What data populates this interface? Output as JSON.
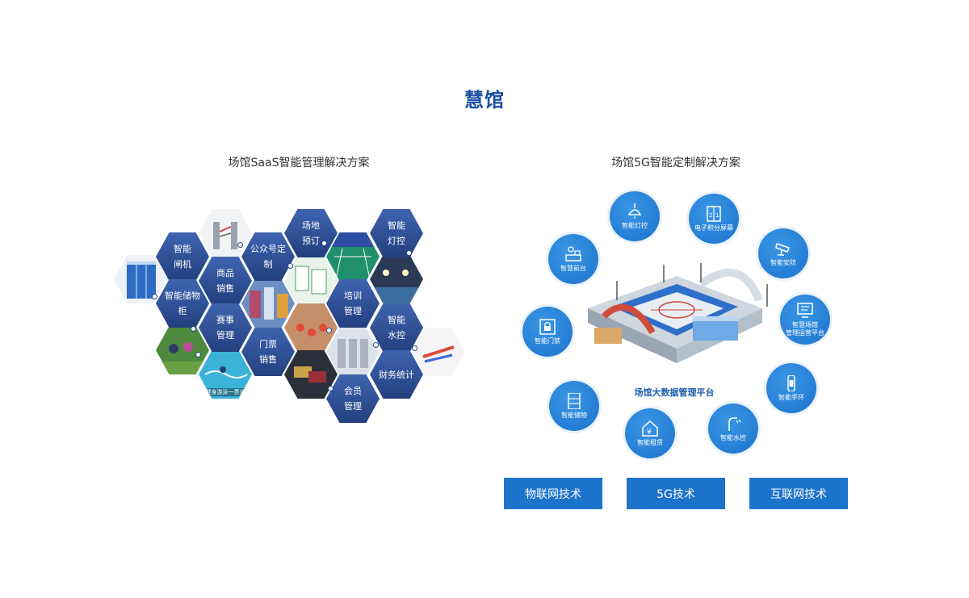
{
  "page": {
    "title": "慧馆"
  },
  "left": {
    "subtitle": "场馆SaaS智能管理解决方案",
    "hexes": [
      {
        "key": "gate",
        "line1": "智能",
        "line2": "闸机"
      },
      {
        "key": "goods",
        "line1": "商品",
        "line2": "销售"
      },
      {
        "key": "locker",
        "line1": "智能储物",
        "line2": "柜"
      },
      {
        "key": "event",
        "line1": "赛事",
        "line2": "管理"
      },
      {
        "key": "wechat",
        "line1": "公众号定",
        "line2": "制"
      },
      {
        "key": "ticket",
        "line1": "门票",
        "line2": "销售"
      },
      {
        "key": "venue",
        "line1": "场地",
        "line2": "预订"
      },
      {
        "key": "training",
        "line1": "培训",
        "line2": "管理"
      },
      {
        "key": "member",
        "line1": "会员",
        "line2": "管理"
      },
      {
        "key": "light",
        "line1": "智能",
        "line2": "灯控"
      },
      {
        "key": "water",
        "line1": "智能",
        "line2": "水控"
      },
      {
        "key": "finance",
        "line1": "财务统计",
        "line2": ""
      }
    ],
    "photo_caption": "健身游泳一票通"
  },
  "right": {
    "subtitle": "场馆5G智能定制解决方案",
    "center_label": "场馆大数据管理平台",
    "nodes": [
      {
        "key": "lamp",
        "icon": "ceiling-lamp-icon",
        "label": "智能灯控"
      },
      {
        "key": "score",
        "icon": "scoreboard-icon",
        "label": "电子积分屏幕"
      },
      {
        "key": "front",
        "icon": "reception-desk-icon",
        "label": "智慧前台"
      },
      {
        "key": "security",
        "icon": "cctv-camera-icon",
        "label": "智能安防"
      },
      {
        "key": "platform",
        "icon": "monitor-icon",
        "label1": "智慧场馆",
        "label2": "管理运营平台"
      },
      {
        "key": "door",
        "icon": "lock-icon",
        "label": "智能门禁"
      },
      {
        "key": "band",
        "icon": "wristband-icon",
        "label": "智能手环"
      },
      {
        "key": "storage",
        "icon": "cabinet-icon",
        "label": "智能储物"
      },
      {
        "key": "rent",
        "icon": "house-yen-icon",
        "label": "智能租赁"
      },
      {
        "key": "watercontrol",
        "icon": "shower-icon",
        "label": "智能水控"
      }
    ]
  },
  "tech_buttons": [
    "物联网技术",
    "5G技术",
    "互联网技术"
  ],
  "colors": {
    "accent": "#1c73cc",
    "title": "#1b4fa0",
    "hex_dark": "#233f7e"
  }
}
